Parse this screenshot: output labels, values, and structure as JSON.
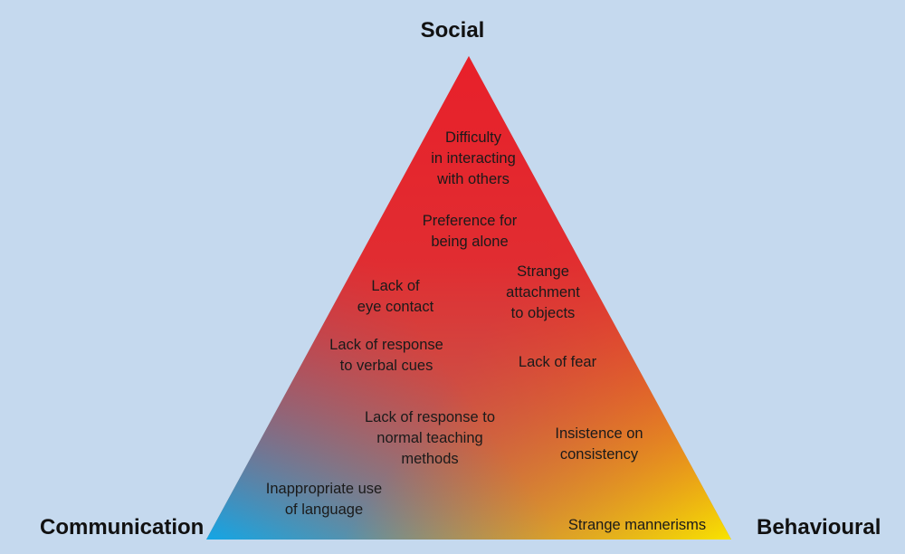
{
  "colors": {
    "background": "#c5d9ee",
    "social": "#e8202a",
    "communication": "#12a6e6",
    "behavioural": "#f8e400"
  },
  "corners": {
    "social": "Social",
    "communication": "Communication",
    "behavioural": "Behavioural"
  },
  "traits": [
    {
      "lines": [
        "Difficulty",
        "in interacting",
        "with others"
      ]
    },
    {
      "lines": [
        "Preference for",
        "being alone"
      ]
    },
    {
      "lines": [
        "Lack of",
        "eye contact"
      ]
    },
    {
      "lines": [
        "Strange",
        "attachment",
        "to objects"
      ]
    },
    {
      "lines": [
        "Lack of response",
        "to verbal cues"
      ]
    },
    {
      "lines": [
        "Lack of fear"
      ]
    },
    {
      "lines": [
        "Lack of response to",
        "normal teaching",
        "methods"
      ]
    },
    {
      "lines": [
        "Insistence on",
        "consistency"
      ]
    },
    {
      "lines": [
        "Inappropriate use",
        "of language"
      ]
    },
    {
      "lines": [
        "Strange mannerisms"
      ]
    }
  ]
}
